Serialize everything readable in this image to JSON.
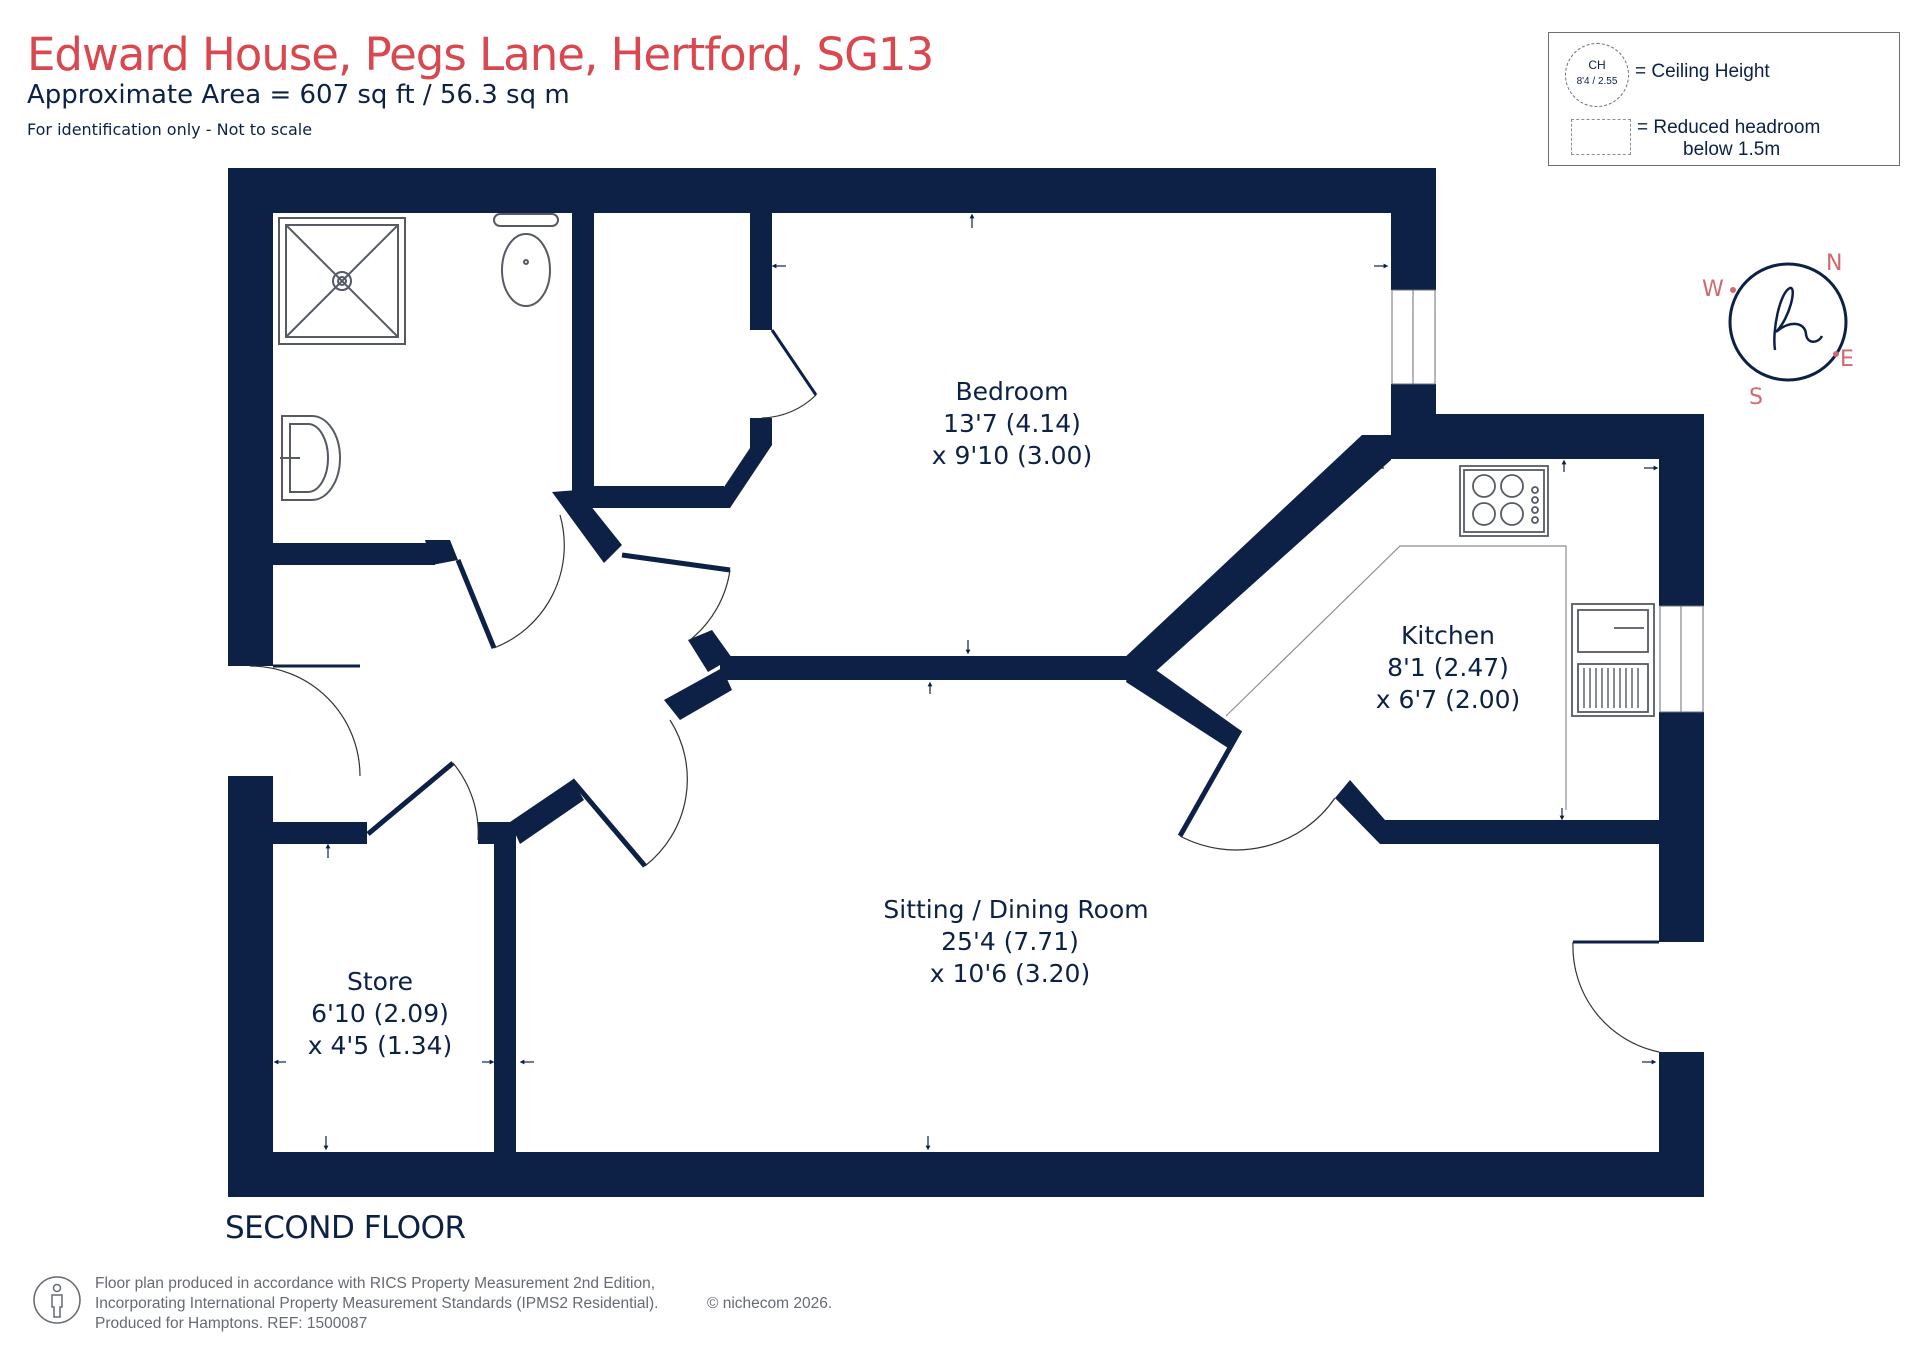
{
  "header": {
    "title": "Edward House, Pegs Lane, Hertford, SG13",
    "area": "Approximate Area = 607 sq ft / 56.3 sq m",
    "note": "For identification only - Not to scale"
  },
  "legend": {
    "ch_abbrev": "CH",
    "ch_value": "8'4 / 2.55",
    "ch_label": "= Ceiling Height",
    "rh_label": "= Reduced headroom",
    "rh_label2": "below 1.5m"
  },
  "compass": {
    "n": "N",
    "e": "E",
    "s": "S",
    "w": "W",
    "logo": "h",
    "color": "#d06a70"
  },
  "rooms": {
    "bedroom": {
      "name": "Bedroom",
      "dim1": "13'7 (4.14)",
      "dim2": "x 9'10 (3.00)"
    },
    "kitchen": {
      "name": "Kitchen",
      "dim1": "8'1 (2.47)",
      "dim2": "x 6'7 (2.00)"
    },
    "sitting": {
      "name": "Sitting / Dining Room",
      "dim1": "25'4 (7.71)",
      "dim2": "x 10'6 (3.20)"
    },
    "store": {
      "name": "Store",
      "dim1": "6'10 (2.09)",
      "dim2": "x 4'5 (1.34)"
    }
  },
  "floor_label": "SECOND FLOOR",
  "footer": {
    "line1": "Floor plan produced in accordance with RICS Property Measurement 2nd Edition,",
    "line2": "Incorporating International Property Measurement Standards (IPMS2 Residential).",
    "line3": "Produced for Hamptons.   REF: 1500087",
    "copyright": "© nichecom 2026."
  },
  "colors": {
    "wall": "#0d2146",
    "title": "#d9474f",
    "text": "#0d2146"
  }
}
